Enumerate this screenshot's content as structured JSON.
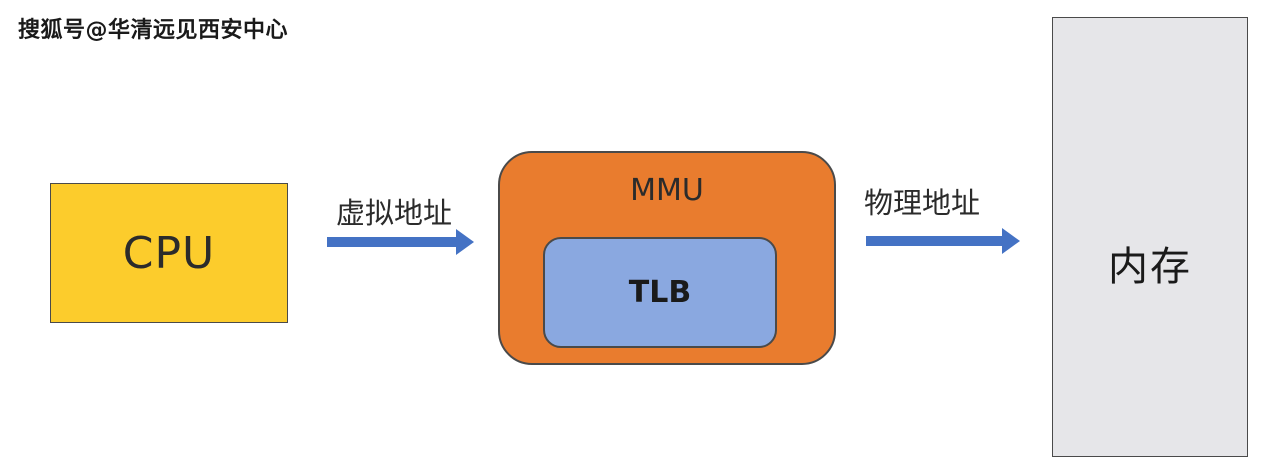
{
  "watermark": "搜狐号@华清远见西安中心",
  "nodes": {
    "cpu": "CPU",
    "mmu": "MMU",
    "tlb": "TLB",
    "memory": "内存"
  },
  "edges": {
    "virtual_address": "虚拟地址",
    "physical_address": "物理地址"
  },
  "colors": {
    "cpu_fill": "#fccc2c",
    "mmu_fill": "#e97c2e",
    "tlb_fill": "#8aa8e0",
    "memory_fill": "#e6e6e9",
    "arrow": "#4472c4"
  }
}
